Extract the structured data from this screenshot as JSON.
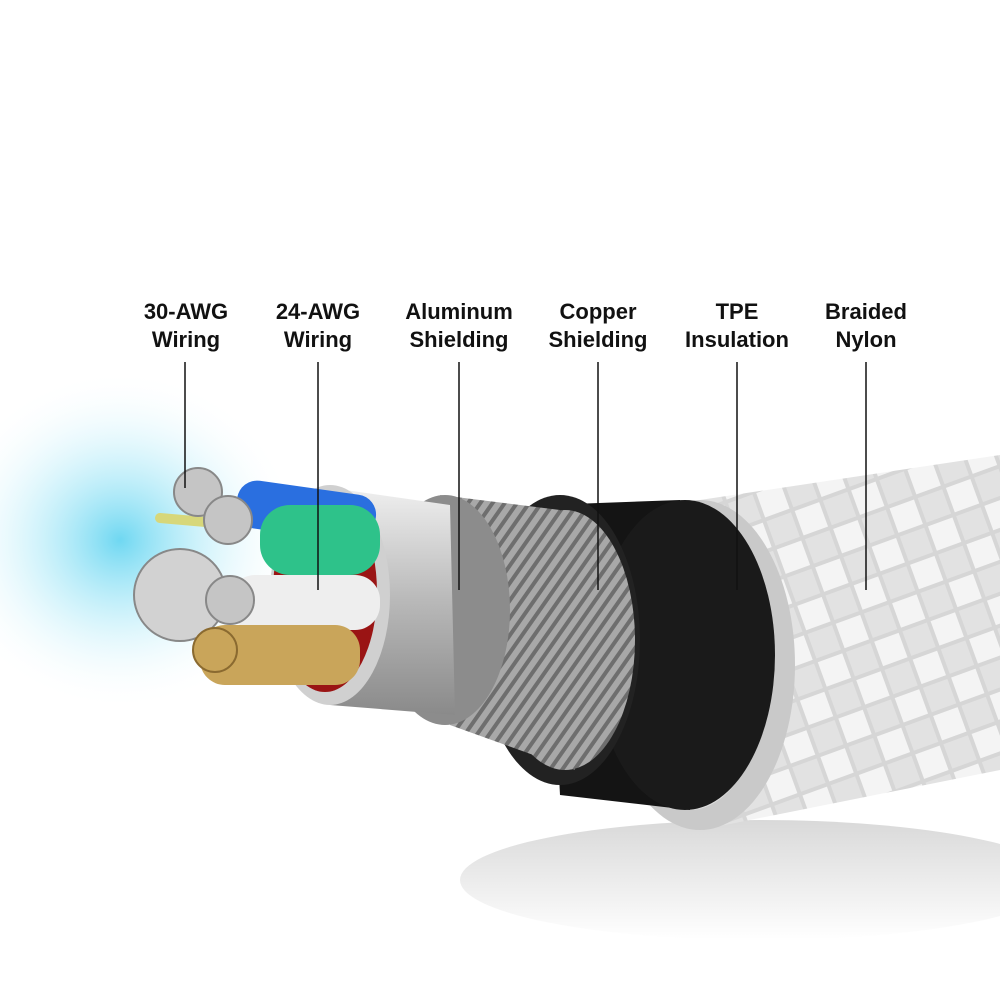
{
  "labels": [
    {
      "line1": "30-AWG",
      "line2": "Wiring"
    },
    {
      "line1": "24-AWG",
      "line2": "Wiring"
    },
    {
      "line1": "Aluminum",
      "line2": "Shielding"
    },
    {
      "line1": "Copper",
      "line2": "Shielding"
    },
    {
      "line1": "TPE",
      "line2": "Insulation"
    },
    {
      "line1": "Braided",
      "line2": "Nylon"
    }
  ],
  "colors": {
    "glow": "#5fd3f0",
    "tpe": "#111111",
    "braid": "#e6e6e6",
    "copper_shield": "#9a9a9a",
    "aluminum": "#c8c8c8",
    "wire_blue": "#2a6fe0",
    "wire_green": "#2ec28a",
    "wire_red": "#b01818",
    "wire_gold": "#c9a55a"
  }
}
